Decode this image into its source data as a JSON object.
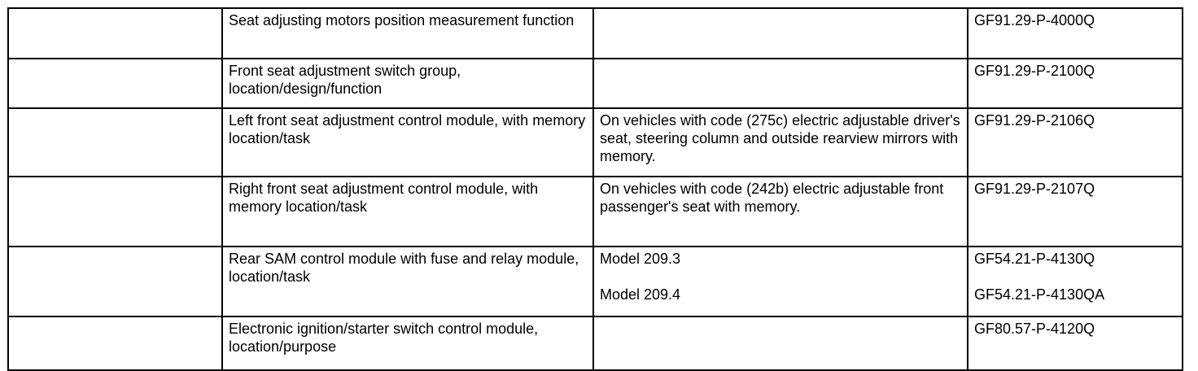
{
  "table": {
    "columns": [
      "reference",
      "description",
      "notes",
      "document_id"
    ],
    "rows": [
      {
        "reference": "",
        "description": "Seat adjusting motors position measurement function",
        "notes": "",
        "document_id": "GF91.29-P-4000Q"
      },
      {
        "reference": "",
        "description": "Front seat adjustment switch group, location/design/function",
        "notes": "",
        "document_id": "GF91.29-P-2100Q"
      },
      {
        "reference": "",
        "description": "Left front seat adjustment control module, with memory location/task",
        "notes": "On vehicles with code (275c) electric adjustable driver's seat, steering column and outside rearview mirrors with memory.",
        "document_id": "GF91.29-P-2106Q"
      },
      {
        "reference": "",
        "description": "Right front seat adjustment control module, with memory location/task",
        "notes": "On vehicles with code (242b) electric adjustable front passenger's seat with memory.",
        "document_id": "GF91.29-P-2107Q"
      },
      {
        "reference": "",
        "description": "Rear SAM control module with fuse and relay module, location/task",
        "notes": "Model 209.3",
        "notes_second": "Model 209.4",
        "document_id": "GF54.21-P-4130Q",
        "document_id_second": "GF54.21-P-4130QA"
      },
      {
        "reference": "",
        "description": "Electronic ignition/starter switch control module, location/purpose",
        "notes": "",
        "document_id": "GF80.57-P-4120Q"
      }
    ]
  },
  "style": {
    "border_color": "#000000",
    "text_color": "#000000",
    "background_color": "#ffffff"
  }
}
